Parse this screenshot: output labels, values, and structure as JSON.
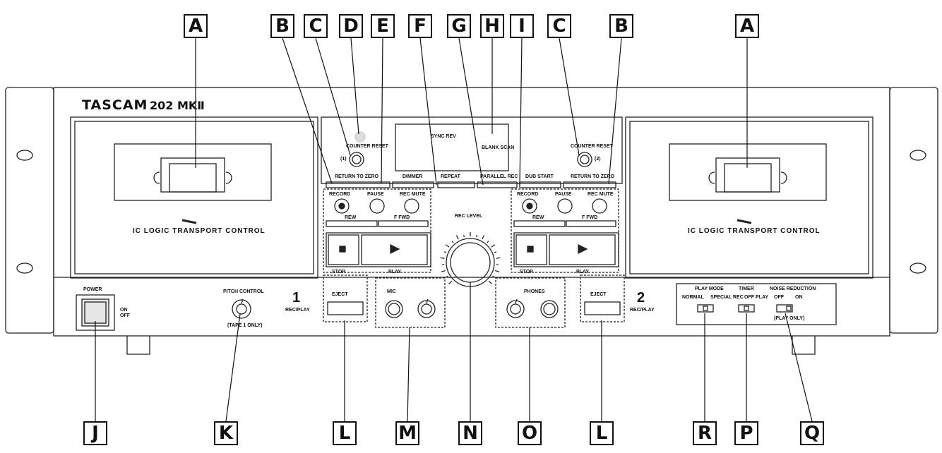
{
  "callouts_top": [
    "A",
    "B",
    "C",
    "D",
    "E",
    "F",
    "G",
    "H",
    "I",
    "C",
    "B",
    "A"
  ],
  "callouts_bottom": [
    "J",
    "K",
    "L",
    "M",
    "N",
    "O",
    "L",
    "R",
    "P",
    "Q"
  ],
  "brand": {
    "name": "TASCAM",
    "model": "202 MKⅡ"
  },
  "deck": {
    "logic_label": "IC LOGIC TRANSPORT CONTROL",
    "deck1_num": "1",
    "deck2_num": "2",
    "rec_play": "REC/PLAY"
  },
  "controls": {
    "power": "POWER",
    "on": "ON",
    "off": "OFF",
    "pitch_control": "PITCH CONTROL",
    "tape1_only": "(TAPE 1 ONLY)",
    "counter_reset": "COUNTER RESET",
    "deck1_tag": "(1)",
    "deck2_tag": "(2)",
    "return_to_zero": "RETURN TO ZERO",
    "dimmer": "DIMMER",
    "repeat": "REPEAT",
    "parallel_rec": "PARALLEL REC",
    "dub_start": "DUB START",
    "record": "RECORD",
    "pause": "PAUSE",
    "rec_mute": "REC MUTE",
    "rew": "REW",
    "ffwd": "F FWD",
    "stop": "STOP",
    "play": "PLAY",
    "eject": "EJECT",
    "mic": "MIC",
    "phones": "PHONES",
    "rec_level": "REC LEVEL",
    "play_mode": "PLAY MODE",
    "normal": "NORMAL",
    "special": "SPECIAL",
    "timer": "TIMER",
    "timer_rec": "REC",
    "timer_off": "OFF",
    "timer_play": "PLAY",
    "noise_reduction": "NOISE REDUCTION",
    "nr_off": "OFF",
    "nr_on": "ON",
    "play_only": "(PLAY ONLY)",
    "sync_rev": "SYNC REV",
    "blank_scan": "BLANK SCAN"
  }
}
